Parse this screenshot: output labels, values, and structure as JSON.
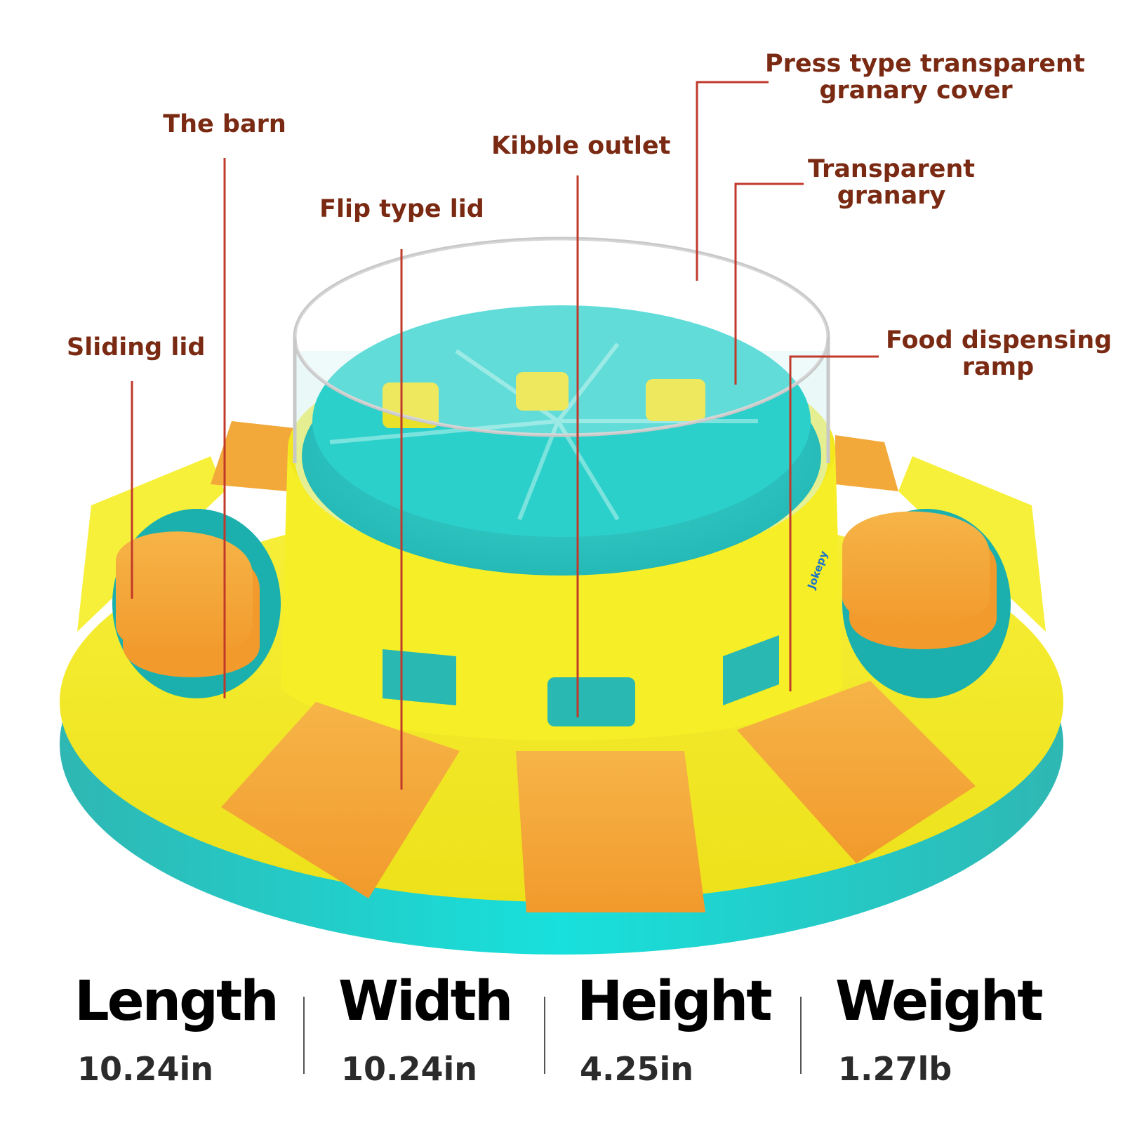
{
  "colors": {
    "label_text": "#7a2a12",
    "leader_line": "#c0392b",
    "body_yellow": "#f4ea1f",
    "lid_orange": "#f3a83a",
    "teal": "#23c8c8",
    "spec_title": "#000000",
    "spec_value": "#2b2b2b"
  },
  "labels": {
    "press_cover": "Press type transparent granary cover",
    "press_cover_line1": "Press type transparent",
    "press_cover_line2": "granary cover",
    "barn": "The barn",
    "kibble_outlet": "Kibble outlet",
    "granary_line1": "Transparent",
    "granary_line2": "granary",
    "flip_lid": "Flip type lid",
    "sliding_lid": "Sliding lid",
    "ramp_line1": "Food dispensing",
    "ramp_line2": "ramp"
  },
  "brand": "Jokepy",
  "specs": [
    {
      "title": "Length",
      "value": "10.24in"
    },
    {
      "title": "Width",
      "value": "10.24in"
    },
    {
      "title": "Height",
      "value": "4.25in"
    },
    {
      "title": "Weight",
      "value": "1.27lb"
    }
  ]
}
